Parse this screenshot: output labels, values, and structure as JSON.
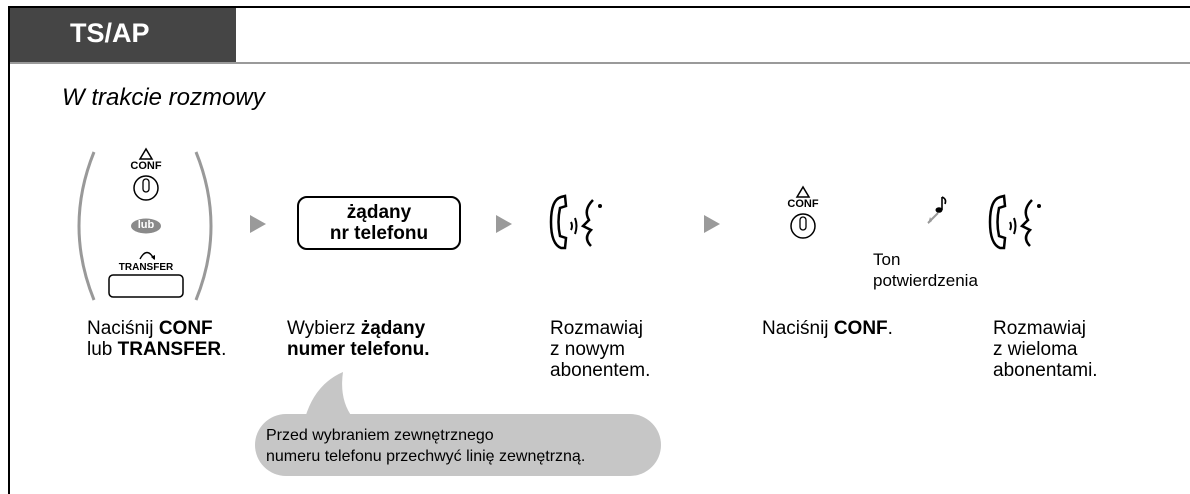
{
  "header": {
    "mode_label": "TS/AP"
  },
  "subtitle": "W trakcie rozmowy",
  "step1": {
    "conf_label": "CONF",
    "or_label": "lub",
    "transfer_label": "TRANSFER",
    "caption_line1_pre": "Naciśnij ",
    "caption_line1_bold": "CONF",
    "caption_line2_pre": "lub ",
    "caption_line2_bold": "TRANSFER",
    "caption_line2_post": "."
  },
  "step2": {
    "box_line1": "żądany",
    "box_line2": "nr telefonu",
    "caption_line1_pre": "Wybierz ",
    "caption_line1_bold": "żądany",
    "caption_line2_bold": "numer telefonu."
  },
  "step3": {
    "caption_lines": [
      "Rozmawiaj",
      "z nowym",
      "abonentem."
    ]
  },
  "step4": {
    "conf_label": "CONF",
    "tone_line1": "Ton",
    "tone_line2": "potwierdzenia",
    "caption_pre": "Naciśnij ",
    "caption_bold": "CONF",
    "caption_post": "."
  },
  "step5": {
    "caption_lines": [
      "Rozmawiaj",
      "z wieloma",
      "abonentami."
    ]
  },
  "note": {
    "line1": "Przed wybraniem zewnętrznego",
    "line2": "numeru telefonu przechwyć linię zewnętrzną."
  },
  "colors": {
    "tab": "#454545",
    "arrow": "#9a9a9a",
    "callout": "#c6c6c6"
  }
}
